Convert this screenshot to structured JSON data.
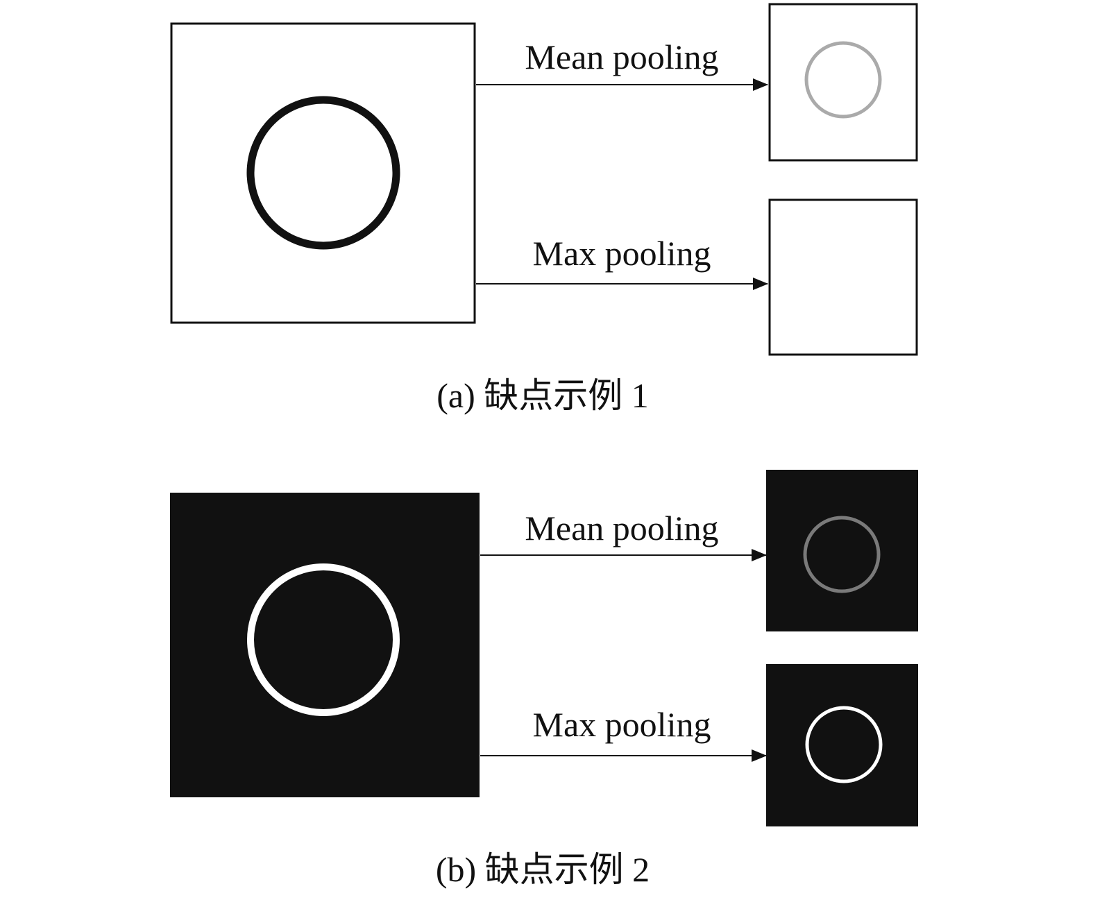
{
  "panels": [
    {
      "caption": "(a) 缺点示例 1",
      "arrows": [
        {
          "label": "Mean pooling"
        },
        {
          "label": "Max pooling"
        }
      ]
    },
    {
      "caption": "(b) 缺点示例 2",
      "arrows": [
        {
          "label": "Mean pooling"
        },
        {
          "label": "Max pooling"
        }
      ]
    }
  ],
  "colors": {
    "background": "#ffffff",
    "dark_fill": "#111111",
    "stroke": "#111111",
    "ring_black": "#111111",
    "ring_white": "#ffffff",
    "ring_mean_light": "#aaaaaa",
    "ring_mean_dark": "#7a7a7a"
  }
}
